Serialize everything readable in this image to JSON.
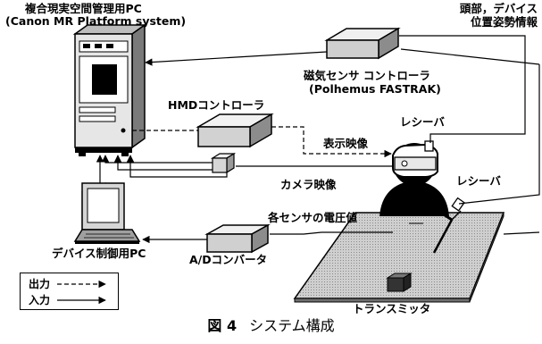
{
  "labels": {
    "pc_title_line1": "複合現実空間管理用PC",
    "pc_title_line2": "(Canon MR Platform system)",
    "head_info_line1": "頭部，デバイス",
    "head_info_line2": "位置姿勢情報",
    "mag_ctrl_line1": "磁気センサ コントローラ",
    "mag_ctrl_line2": "(Polhemus FASTRAK)",
    "hmd_ctrl": "HMDコントローラ",
    "receiver_head": "レシーバ",
    "display_video": "表示映像",
    "camera_video": "カメラ映像",
    "receiver_device": "レシーバ",
    "sensor_voltage": "各センサの電圧値",
    "device_pc": "デバイス制御用PC",
    "ad_converter": "A/Dコンバータ",
    "transmitter": "トランスミッタ"
  },
  "legend": {
    "output_label": "出力",
    "input_label": "入力"
  },
  "caption": {
    "number": "図 4",
    "title": "システム構成"
  }
}
